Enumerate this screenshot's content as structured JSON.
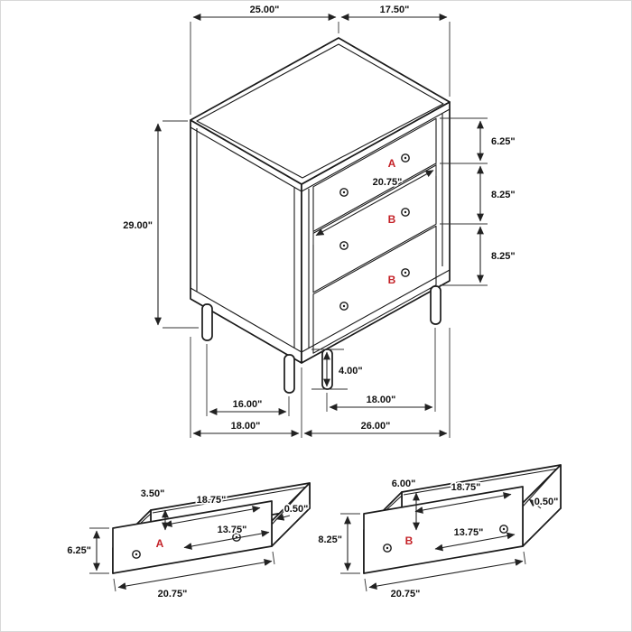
{
  "diagram": {
    "type": "furniture-dimension-diagram",
    "product": "3-drawer chest with open drawer details"
  },
  "main_view": {
    "labels": {
      "drawer1": "A",
      "drawer2": "B",
      "drawer3": "B"
    },
    "dimensions": {
      "top_width": "25.00\"",
      "top_depth": "17.50\"",
      "overall_height": "29.00\"",
      "drawer1_height": "6.25\"",
      "drawer2_height": "8.25\"",
      "drawer3_height": "8.25\"",
      "drawer_front_width": "20.75\"",
      "leg_height": "4.00\"",
      "leg_span_depth": "16.00\"",
      "leg_span_width": "18.00\"",
      "overall_depth": "18.00\"",
      "overall_width": "26.00\""
    }
  },
  "drawer_a_view": {
    "label": "A",
    "dimensions": {
      "wall_height": "3.50\"",
      "interior_length": "18.75\"",
      "front_height": "6.25\"",
      "wall_thickness": "0.50\"",
      "interior_depth": "13.75\"",
      "front_width": "20.75\""
    }
  },
  "drawer_b_view": {
    "label": "B",
    "dimensions": {
      "wall_height": "6.00\"",
      "interior_length": "18.75\"",
      "front_height": "8.25\"",
      "wall_thickness": "0.50\"",
      "interior_depth": "13.75\"",
      "front_width": "20.75\""
    }
  },
  "colors": {
    "line": "#1a1a1a",
    "dimension_text": "#111111",
    "drawer_label": "#c42127",
    "background": "#ffffff"
  }
}
